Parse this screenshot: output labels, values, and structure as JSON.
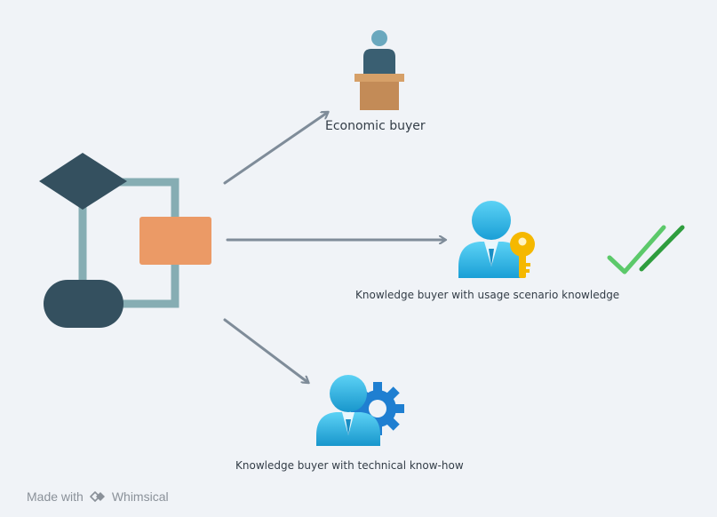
{
  "nodes": {
    "economic_buyer": {
      "label": "Economic buyer",
      "icon": "podium-speaker-icon"
    },
    "usage_buyer": {
      "label": "Knowledge buyer with usage scenario knowledge",
      "icon": "user-key-icon",
      "marker": "double-checkmark-icon"
    },
    "technical_buyer": {
      "label": "Knowledge buyer with technical know-how",
      "icon": "user-gear-icon"
    }
  },
  "source": {
    "icon": "flowchart-icon"
  },
  "footer": {
    "prefix": "Made with",
    "brand": "Whimsical",
    "icon": "whimsical-logo-icon"
  },
  "colors": {
    "background": "#f0f3f7",
    "arrow": "#7f8c99",
    "flowchart_dark": "#34505f",
    "flowchart_connector": "#86adb3",
    "flowchart_accent": "#eb9a66",
    "check_green": "#3cb54a",
    "person_blue": "#29b6e6",
    "key_yellow": "#f5b800",
    "gear_blue": "#1f7fd1"
  }
}
